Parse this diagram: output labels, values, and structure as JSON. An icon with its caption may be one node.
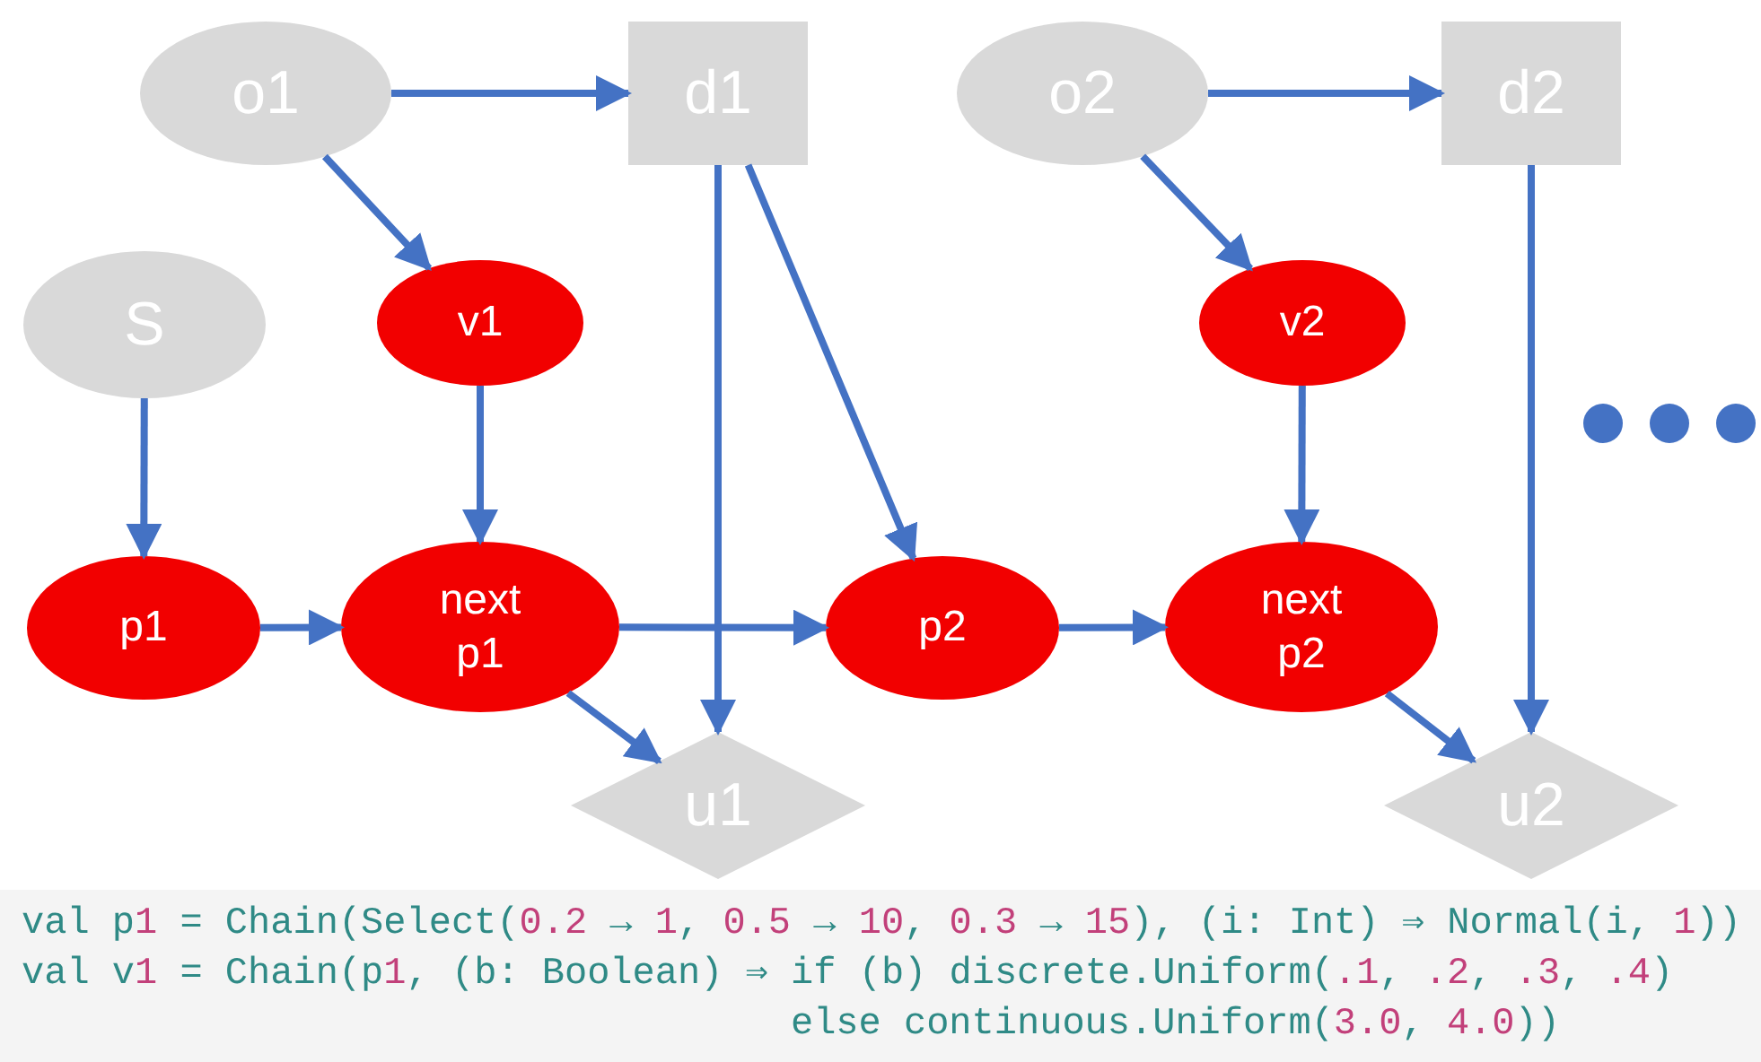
{
  "diagram": {
    "nodes": [
      {
        "text": [
          "o1"
        ]
      },
      {
        "text": [
          "d1"
        ]
      },
      {
        "text": [
          "o2"
        ]
      },
      {
        "text": [
          "d2"
        ]
      },
      {
        "text": [
          "S"
        ]
      },
      {
        "text": [
          "v1"
        ]
      },
      {
        "text": [
          "v2"
        ]
      },
      {
        "text": [
          "p1"
        ]
      },
      {
        "text": [
          "next p1"
        ]
      },
      {
        "text": [
          "p2"
        ]
      },
      {
        "text": [
          "next p2"
        ]
      },
      {
        "text": [
          "u1"
        ]
      },
      {
        "text": [
          "u2"
        ]
      }
    ],
    "edges": [
      {
        "from": 0,
        "to": 1,
        "arrow": "to"
      },
      {
        "from": 0,
        "to": 5,
        "arrow": "to"
      },
      {
        "from": 1,
        "to": 11,
        "arrow": "to"
      },
      {
        "from": 1,
        "to": 9,
        "arrow": "to"
      },
      {
        "from": 2,
        "to": 3,
        "arrow": "to"
      },
      {
        "from": 2,
        "to": 6,
        "arrow": "to"
      },
      {
        "from": 3,
        "to": 12,
        "arrow": "to"
      },
      {
        "from": 4,
        "to": 7,
        "arrow": "to"
      },
      {
        "from": 5,
        "to": 8,
        "arrow": "to"
      },
      {
        "from": 6,
        "to": 10,
        "arrow": "to"
      },
      {
        "from": 7,
        "to": 8,
        "arrow": "to"
      },
      {
        "from": 8,
        "to": 9,
        "arrow": "to"
      },
      {
        "from": 9,
        "to": 10,
        "arrow": "to"
      },
      {
        "from": 8,
        "to": 11,
        "arrow": "to"
      },
      {
        "from": 10,
        "to": 12,
        "arrow": "to"
      }
    ],
    "labels": [
      "val p1 = Chain(Select(0.2 → 1, 0.5 → 10, 0.3 → 15), (i: Int) ⇒ Normal(i, 1))",
      "val v1 = Chain(p1, (b: Boolean) ⇒ if (b) discrete.Uniform(.1, .2, .3, .4)",
      "else continuous.Uniform(3.0, 4.0))"
    ]
  }
}
